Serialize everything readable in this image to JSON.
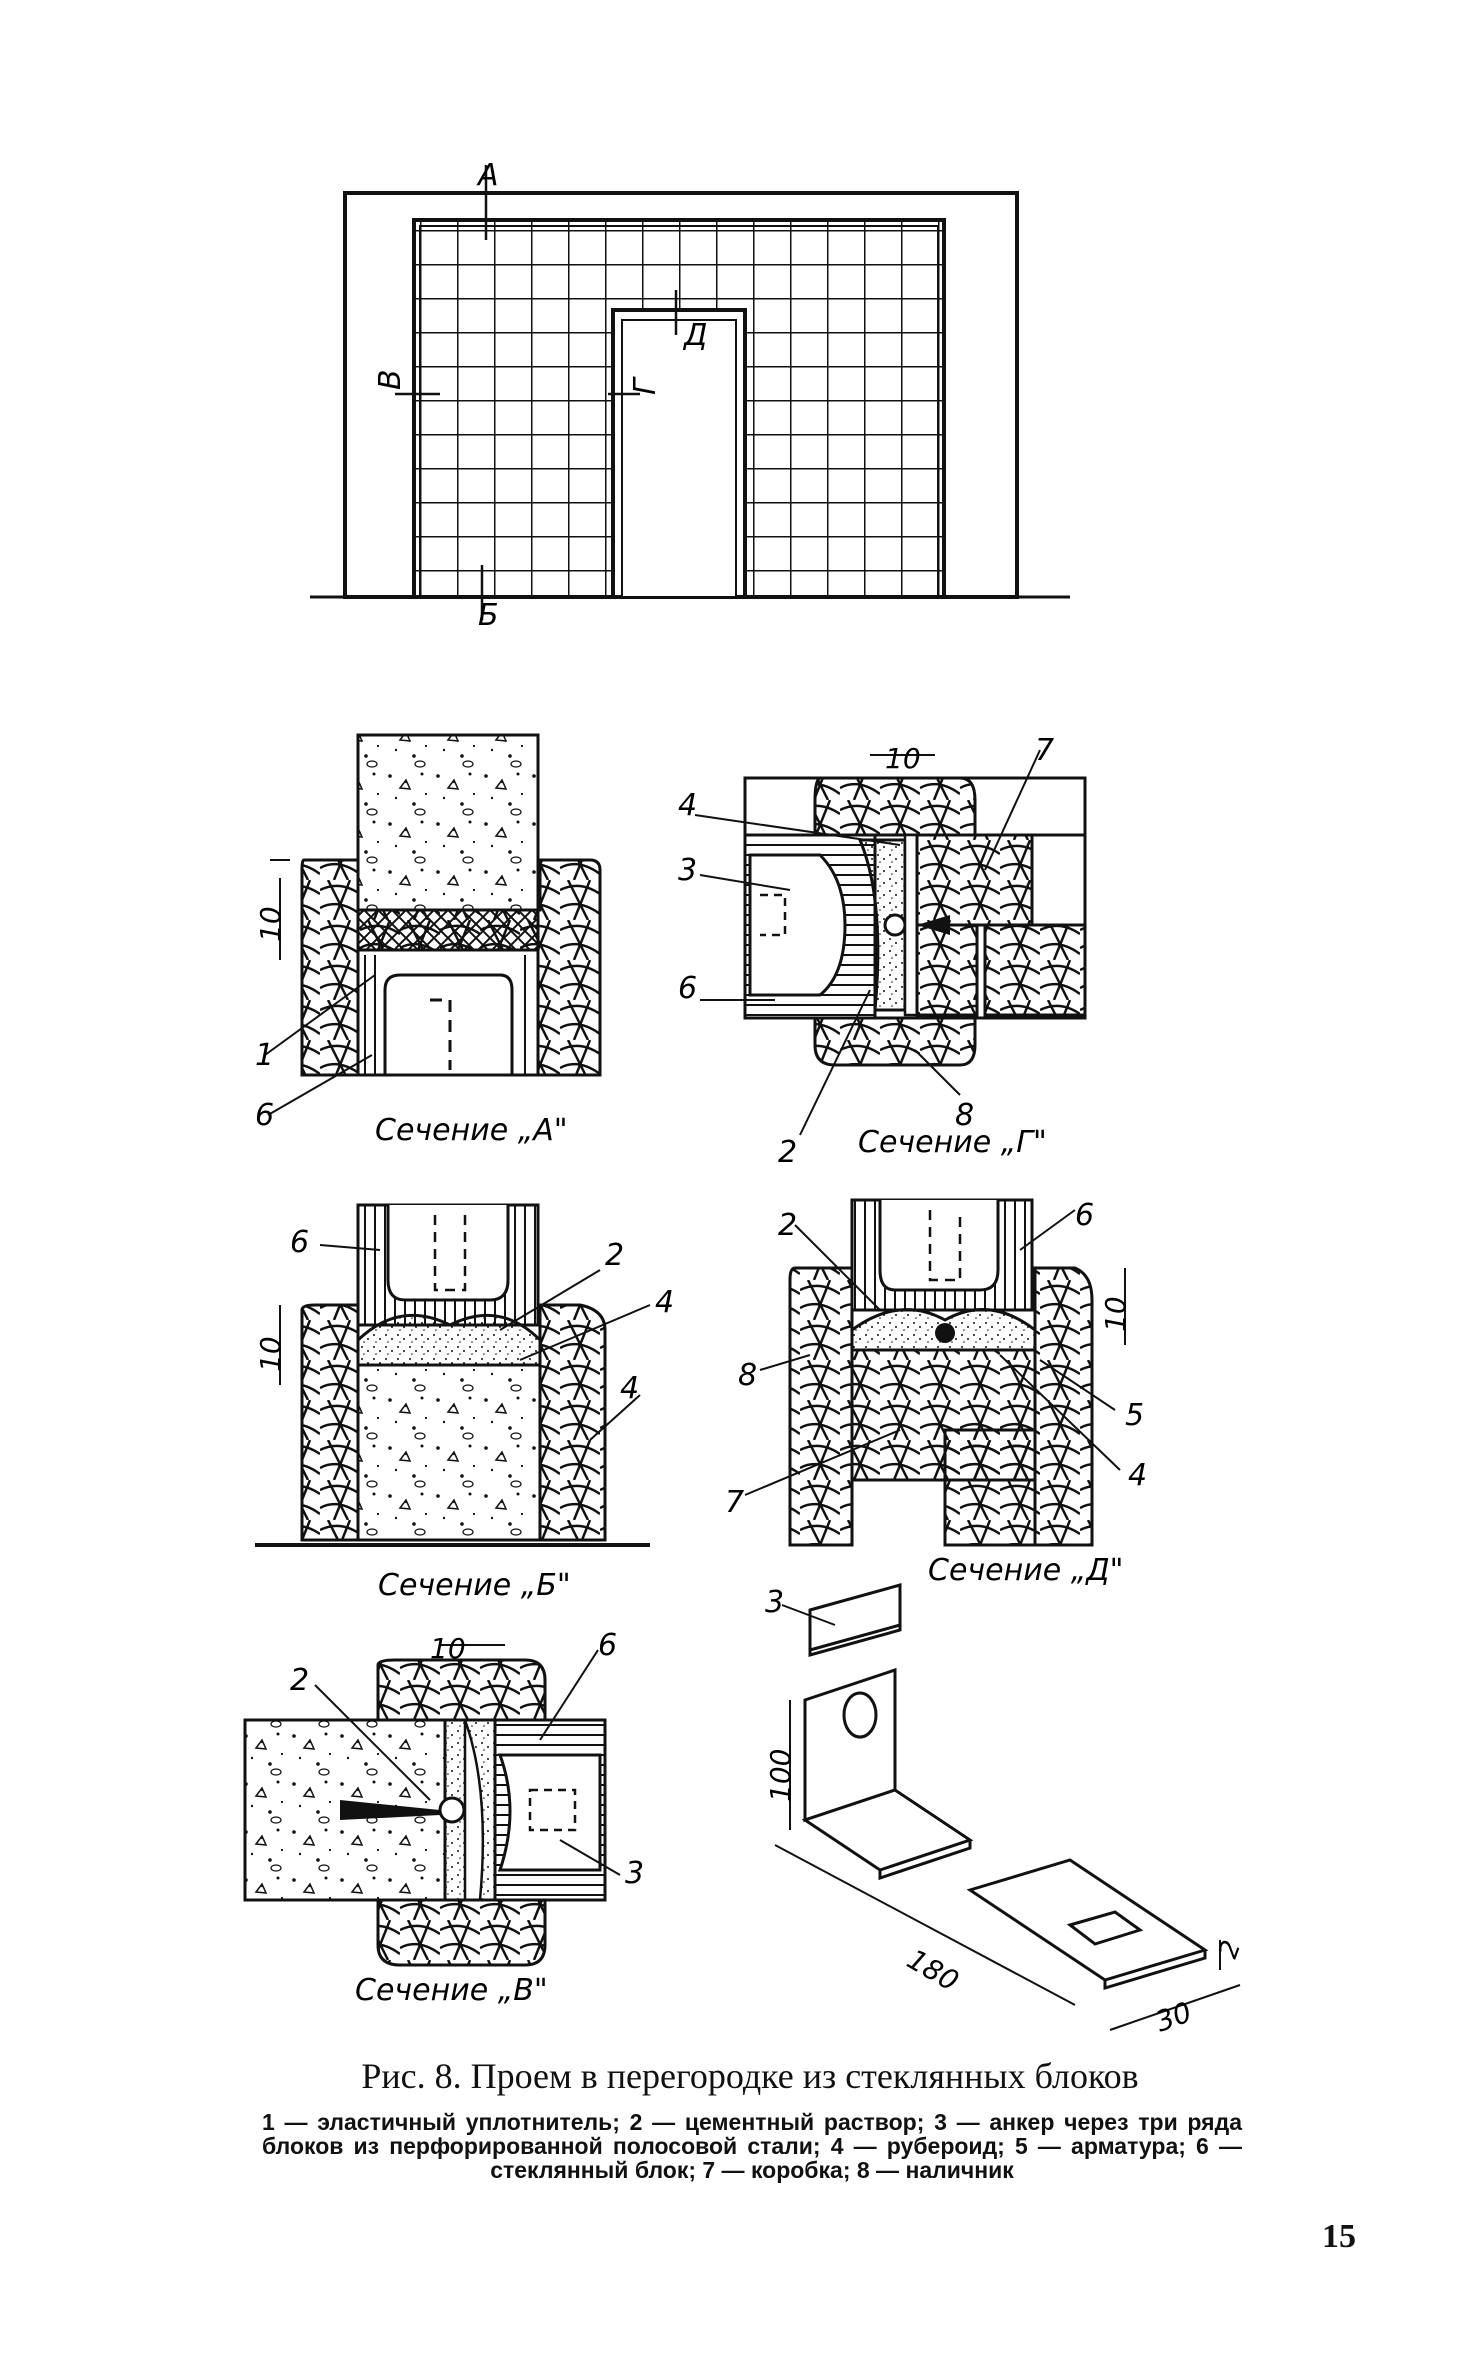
{
  "figure": {
    "elevation_marks": {
      "a": "А",
      "b": "Б",
      "v": "В",
      "g": "Г",
      "d": "Д"
    },
    "sections": {
      "a": {
        "label": "Сечение „А\"",
        "callouts": [
          "1",
          "6"
        ],
        "dimension": "10"
      },
      "g": {
        "label": "Сечение „Г\"",
        "callouts": [
          "4",
          "3",
          "6",
          "2",
          "7",
          "8"
        ],
        "dimension": "10"
      },
      "b": {
        "label": "Сечение „Б\"",
        "callouts": [
          "6",
          "2",
          "4",
          "4"
        ],
        "dimension": "10"
      },
      "d": {
        "label": "Сечение „Д\"",
        "callouts": [
          "2",
          "6",
          "8",
          "7",
          "5",
          "4"
        ],
        "dimension": "10"
      },
      "v": {
        "label": "Сечение „В\"",
        "callouts": [
          "2",
          "6",
          "3"
        ],
        "dimension": "10"
      }
    },
    "anchor": {
      "callout": "3",
      "dim_height": "100",
      "dim_length": "180",
      "dim_width": "30",
      "dim_thickness": "2"
    }
  },
  "caption": {
    "title": "Рис. 8. Проем в перегородке из стеклянных блоков",
    "legend": "1 — эластичный уплотнитель; 2 — цементный раствор; 3 — анкер через три ряда блоков из перфорированной полосовой стали; 4 — рубероид; 5 — арматура; 6 — стеклянный блок; 7 — коробка; 8 — наличник"
  },
  "page_number": "15"
}
